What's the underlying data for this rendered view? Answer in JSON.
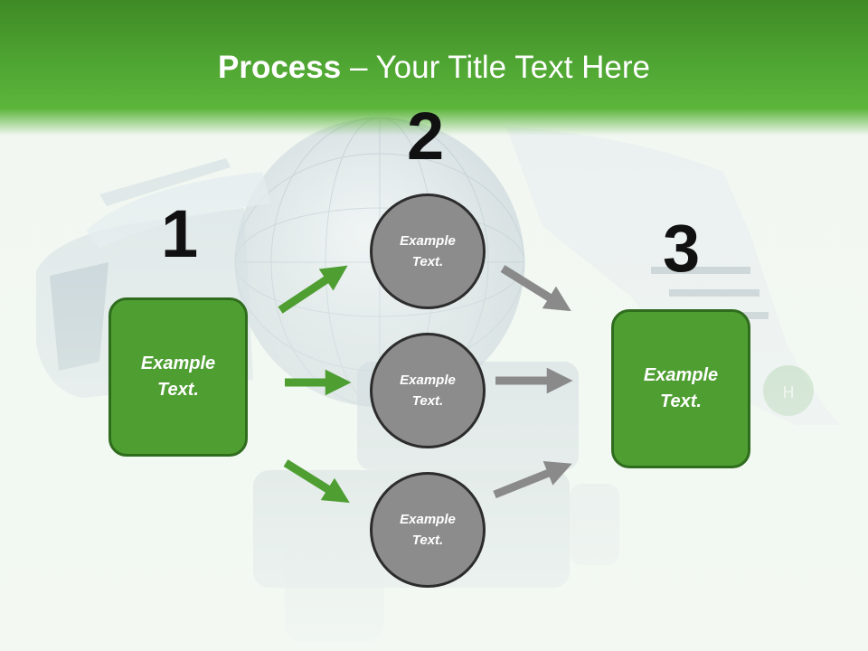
{
  "slide": {
    "title_bold": "Process",
    "title_rest": " – Your Title Text Here",
    "colors": {
      "green": "#4e9e32",
      "green_dark": "#2f6c1e",
      "gray": "#8c8c8c",
      "arrow_gray": "#8a8a8a",
      "arrow_green": "#4e9e32"
    }
  },
  "steps": [
    {
      "number": "1",
      "label": "Example Text."
    },
    {
      "number": "2",
      "label": ""
    },
    {
      "number": "3",
      "label": "Example Text."
    }
  ],
  "middle_nodes": [
    {
      "label": "Example Text."
    },
    {
      "label": "Example Text."
    },
    {
      "label": "Example Text."
    }
  ]
}
